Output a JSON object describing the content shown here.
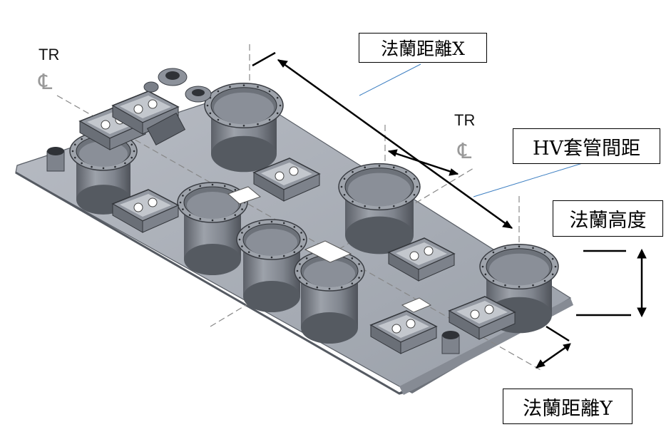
{
  "labels": {
    "tr_left": "TR",
    "tr_right": "TR",
    "centerline_symbol": "℄",
    "flange_distance_x": "法蘭距離X",
    "hv_bushing_spacing": "HV套管間距",
    "flange_height": "法蘭高度",
    "flange_distance_y": "法蘭距離Y"
  },
  "colors": {
    "plate": "#a7acb6",
    "plate_edge": "#5d626b",
    "metal": "#8e939c",
    "metal_dark": "#4a4e55",
    "metal_light": "#c9cdd3",
    "leader": "#3d7fc2"
  }
}
